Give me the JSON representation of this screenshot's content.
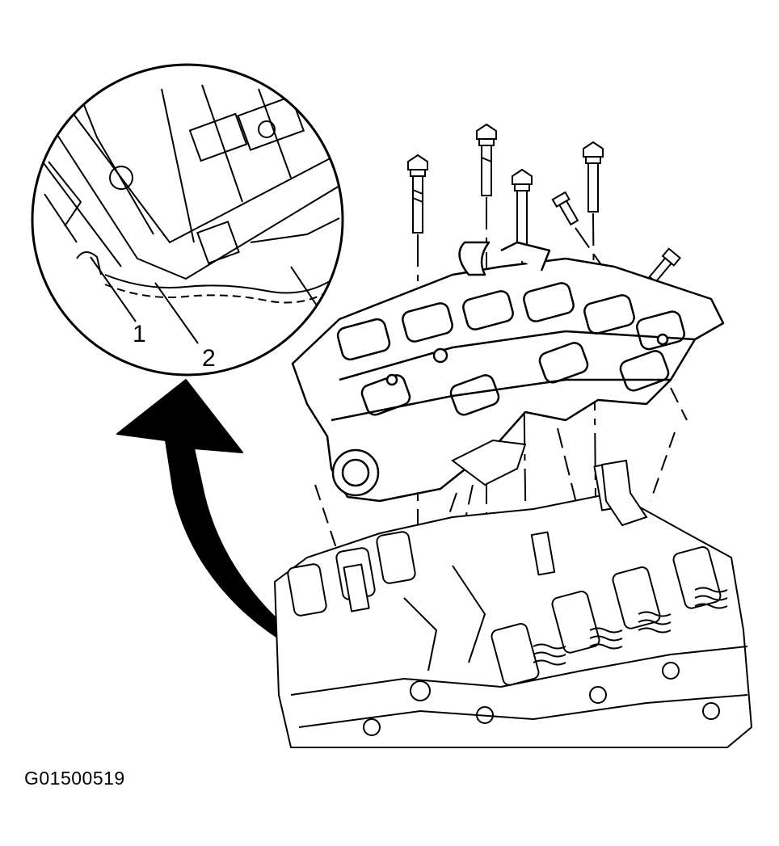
{
  "figure": {
    "id": "G01500519"
  },
  "callouts": [
    {
      "label": "1"
    },
    {
      "label": "2"
    }
  ],
  "colors": {
    "ink": "#000000",
    "paper": "#ffffff"
  }
}
